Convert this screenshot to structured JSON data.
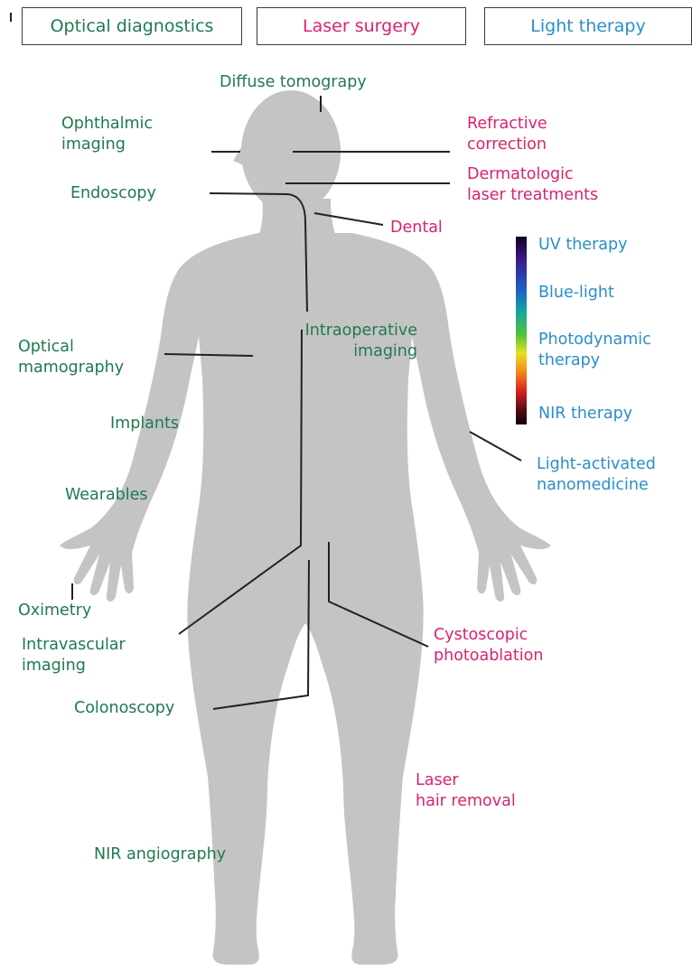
{
  "legend": {
    "optical_diagnostics": "Optical diagnostics",
    "laser_surgery": "Laser surgery",
    "light_therapy": "Light therapy"
  },
  "labels": {
    "diffuse_tomography": "Diffuse tomograpy",
    "ophthalmic_imaging": "Ophthalmic\nimaging",
    "refractive_correction": "Refractive\ncorrection",
    "dermatologic": "Dermatologic\nlaser treatments",
    "endoscopy": "Endoscopy",
    "dental": "Dental",
    "uv_therapy": "UV therapy",
    "blue_light": "Blue-light",
    "photodynamic": "Photodynamic\ntherapy",
    "nir_therapy": "NIR therapy",
    "intraoperative": "Intraoperative\nimaging",
    "optical_mamography": "Optical\nmamography",
    "implants": "Implants",
    "light_activated": "Light-activated\nnanomedicine",
    "wearables": "Wearables",
    "oximetry": "Oximetry",
    "intravascular": "Intravascular\nimaging",
    "cystoscopic": "Cystoscopic\nphotoablation",
    "colonoscopy": "Colonoscopy",
    "laser_hair": "Laser\nhair removal",
    "nir_angiography": "NIR angiography"
  },
  "colors": {
    "diagnostics": "#1f7a4f",
    "surgery": "#d6246e",
    "therapy": "#2a8ec8",
    "body": "#c4c4c4",
    "leader": "#222222"
  }
}
